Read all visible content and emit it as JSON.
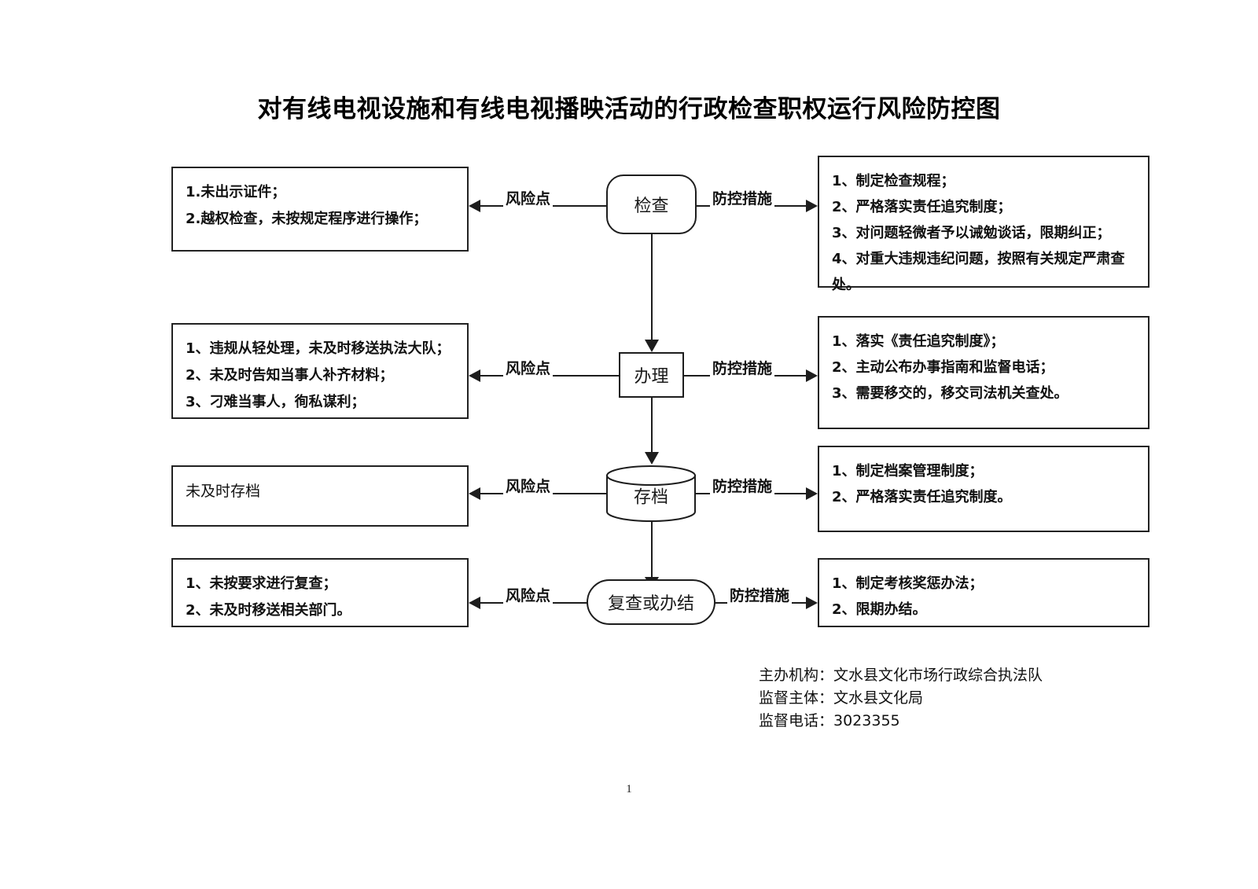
{
  "document": {
    "title": "对有线电视设施和有线电视播映活动的行政检查职权运行风险防控图",
    "page_number": "1"
  },
  "labels": {
    "risk": "风险点",
    "measure": "防控措施"
  },
  "flow": {
    "nodes": [
      {
        "id": "inspect",
        "label": "检查",
        "shape": "roundrect"
      },
      {
        "id": "handle",
        "label": "办理",
        "shape": "rect"
      },
      {
        "id": "archive",
        "label": "存档",
        "shape": "cylinder"
      },
      {
        "id": "review",
        "label": "复查或办结",
        "shape": "stadium"
      }
    ]
  },
  "risks": [
    {
      "node": "检查",
      "lines": [
        "1.未出示证件；",
        "2.越权检查，未按规定程序进行操作；"
      ]
    },
    {
      "node": "办理",
      "lines": [
        "1、违规从轻处理，未及时移送执法大队；",
        "2、未及时告知当事人补齐材料；",
        "3、刁难当事人，徇私谋利；"
      ]
    },
    {
      "node": "存档",
      "lines": [
        "未及时存档"
      ]
    },
    {
      "node": "复查或办结",
      "lines": [
        "1、未按要求进行复查；",
        "2、未及时移送相关部门。"
      ]
    }
  ],
  "measures": [
    {
      "node": "检查",
      "lines": [
        "1、制定检查规程；",
        "2、严格落实责任追究制度；",
        "3、对问题轻微者予以诫勉谈话，限期纠正；",
        "4、对重大违规违纪问题，按照有关规定严肃查",
        "处。"
      ]
    },
    {
      "node": "办理",
      "lines": [
        "1、落实《责任追究制度》；",
        "2、主动公布办事指南和监督电话；",
        "3、需要移交的，移交司法机关查处。"
      ]
    },
    {
      "node": "存档",
      "lines": [
        "1、制定档案管理制度；",
        "2、严格落实责任追究制度。"
      ]
    },
    {
      "node": "复查或办结",
      "lines": [
        "1、制定考核奖惩办法；",
        "2、限期办结。"
      ]
    }
  ],
  "footer": {
    "organizer": "主办机构：文水县文化市场行政综合执法队",
    "supervisor": "监督主体：文水县文化局",
    "phone": "监督电话：3023355"
  },
  "colors": {
    "ink": "#1d1d1d",
    "background": "#ffffff"
  }
}
